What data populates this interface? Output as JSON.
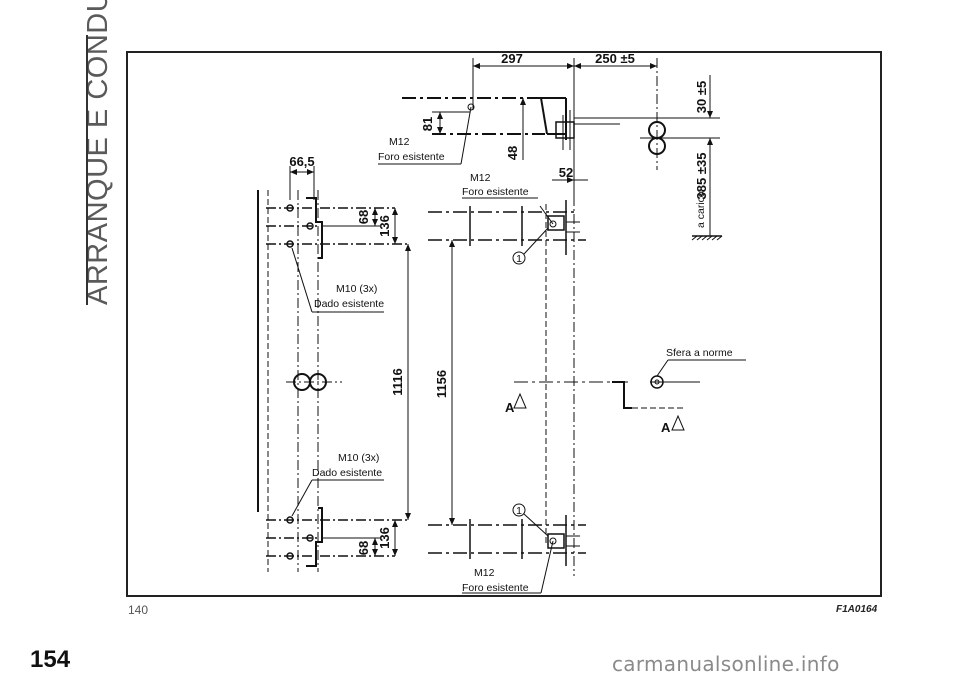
{
  "section_title": "ARRANQUE E CONDUÇÃO",
  "page_number": "154",
  "watermark": "carmanualsonline.info",
  "figure": {
    "number": "140",
    "code": "F1A0164",
    "dimensions": {
      "d297": "297",
      "d250": "250 ±5",
      "d81": "81",
      "d48": "48",
      "d52": "52",
      "d30": "30 ±5",
      "d385": "385 ±35",
      "d66": "66,5",
      "d68_top": "68",
      "d136_top": "136",
      "d1116": "1116",
      "d1156": "1156",
      "d68_bot": "68",
      "d136_bot": "136"
    },
    "labels": {
      "m12_top": "M12",
      "foro_top": "Foro esistente",
      "m12_mid": "M12",
      "foro_mid": "Foro esistente",
      "m12_bot": "M12",
      "foro_bot": "Foro esistente",
      "m10_top": "M10 (3x)",
      "dado_top": "Dado esistente",
      "m10_bot": "M10 (3x)",
      "dado_bot": "Dado esistente",
      "sfera": "Sfera a norme",
      "a_carico": "a carico",
      "callout_1_top": "1",
      "callout_1_bot": "1",
      "section_a_left": "A",
      "section_a_right": "A"
    }
  }
}
